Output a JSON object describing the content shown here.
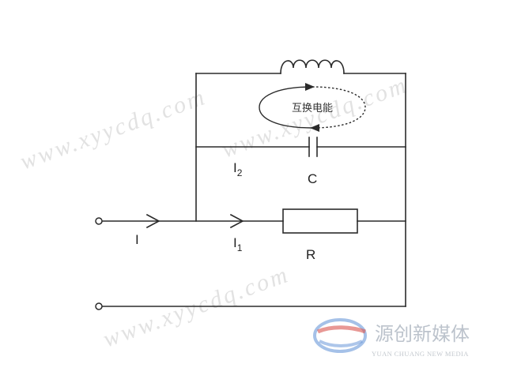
{
  "watermark": {
    "text": "www.xyycdq.com"
  },
  "labels": {
    "current_total": "I",
    "current_branch2": "I",
    "current_branch2_sub": "2",
    "current_branch1": "I",
    "current_branch1_sub": "1",
    "capacitor": "C",
    "resistor": "R",
    "energy_exchange": "互换电能"
  },
  "brand": {
    "name_cn": "源创新媒体",
    "name_en": "YUAN CHUANG NEW MEDIA",
    "colors": {
      "blue": "#5b8ed6",
      "red": "#d9534f",
      "gray": "#bcc3cc"
    }
  }
}
